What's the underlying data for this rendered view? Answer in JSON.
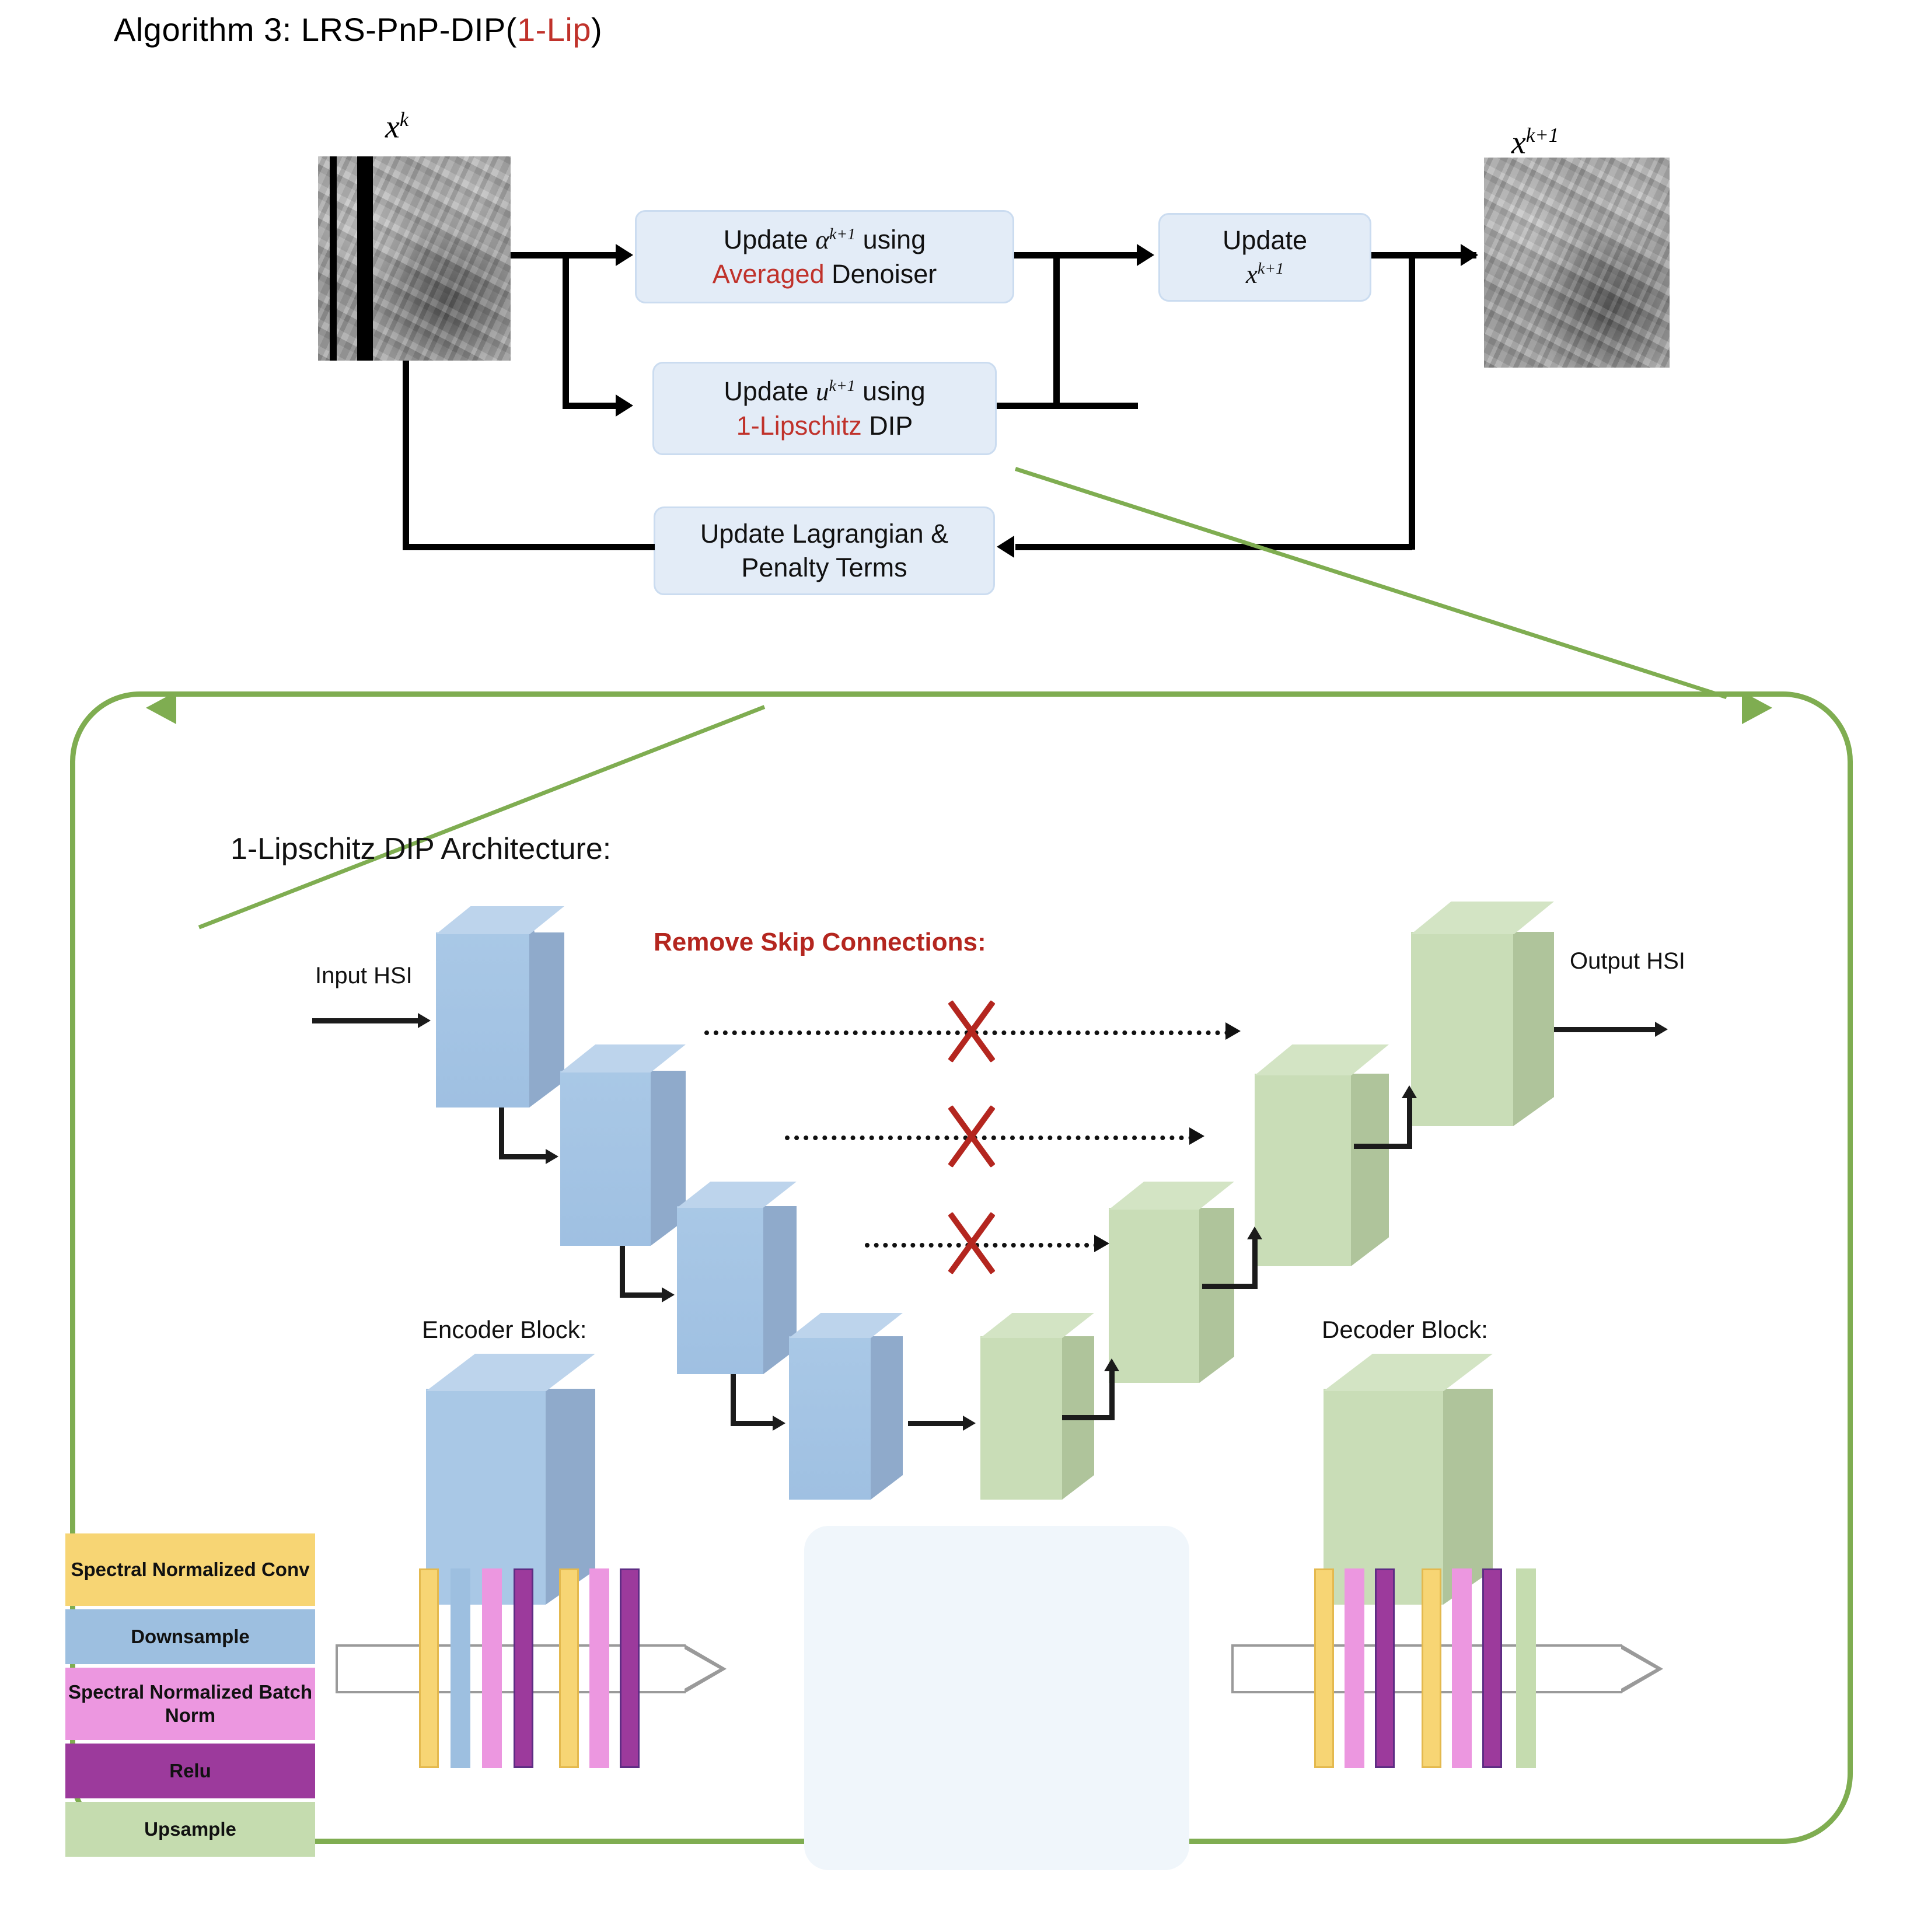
{
  "title": {
    "prefix": "Algorithm 3: LRS-PnP-DIP(",
    "highlight": "1-Lip",
    "suffix": ")"
  },
  "flow": {
    "input_label": "x",
    "input_sup": "k",
    "output_label": "x",
    "output_sup": "k+1",
    "boxes": {
      "alpha_update_line1_pre": "Update ",
      "alpha_update_var": "α",
      "alpha_update_sup": "k+1",
      "alpha_update_line1_post": " using",
      "alpha_update_line2_red": "Averaged",
      "alpha_update_line2_rest": " Denoiser",
      "u_update_line1_pre": "Update ",
      "u_update_var": "u",
      "u_update_sup": "k+1",
      "u_update_line1_post": " using",
      "u_update_line2_red": "1-Lipschitz",
      "u_update_line2_rest": " DIP",
      "x_update_line1": "Update",
      "x_update_var": "x",
      "x_update_sup": "k+1",
      "lagrangian_line1": "Update Lagrangian &",
      "lagrangian_line2": "Penalty Terms"
    }
  },
  "dip": {
    "section_title": "1-Lipschitz DIP Architecture:",
    "input_label": "Input HSI",
    "output_label": "Output HSI",
    "skip_label": "Remove Skip Connections:",
    "encoder_label": "Encoder Block:",
    "decoder_label": "Decoder Block:",
    "skip_marks": [
      "x-mark",
      "x-mark",
      "x-mark"
    ]
  },
  "legend": {
    "items": [
      {
        "label": "Spectral Normalized Conv",
        "color": "#F7D574"
      },
      {
        "label": "Downsample",
        "color": "#9DBFE0"
      },
      {
        "label": "Spectral Normalized Batch Norm",
        "color": "#EC97E0"
      },
      {
        "label": "Relu",
        "color": "#9C3A9C"
      },
      {
        "label": "Upsample",
        "color": "#C5DCAF"
      }
    ]
  },
  "colors": {
    "accent_red": "#C0322B",
    "callout_green": "#7FAD51",
    "box_fill": "#E3ECF7",
    "box_border": "#CBDCF0",
    "encoder_cube": "#A8C6E4",
    "decoder_cube": "#C6DCB3",
    "x_mark": "#B4261F"
  },
  "encoder_block": {
    "layers": [
      "spectral-normalized-conv",
      "downsample",
      "spectral-normalized-batch-norm",
      "relu",
      "spectral-normalized-conv",
      "spectral-normalized-batch-norm",
      "relu"
    ]
  },
  "decoder_block": {
    "layers": [
      "spectral-normalized-conv",
      "spectral-normalized-batch-norm",
      "relu",
      "spectral-normalized-conv",
      "spectral-normalized-batch-norm",
      "relu",
      "upsample"
    ]
  }
}
